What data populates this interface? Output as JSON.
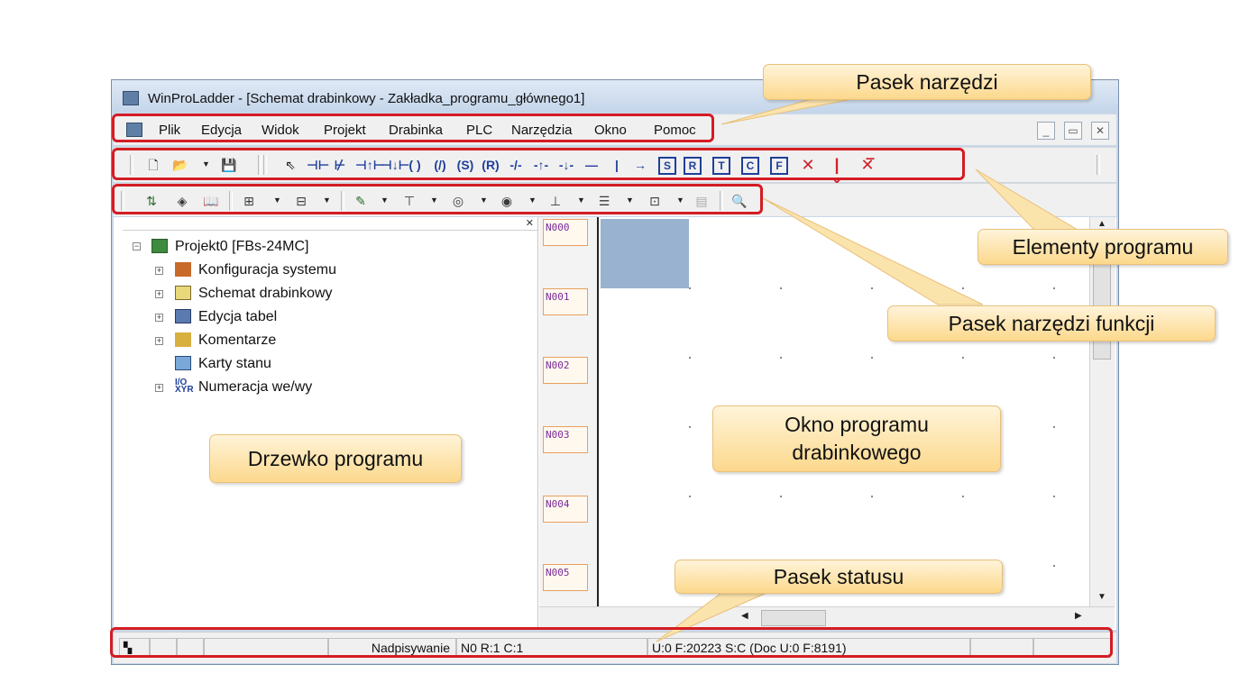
{
  "window": {
    "title": "WinProLadder - [Schemat drabinkowy - Zakładka_programu_głównego1]"
  },
  "menu": {
    "items": [
      "Plik",
      "Edycja",
      "Widok",
      "Projekt",
      "Drabinka",
      "PLC",
      "Narzędzia",
      "Okno",
      "Pomoc"
    ]
  },
  "toolbar": {
    "file_icons": [
      "new-file-icon",
      "open-folder-icon",
      "save-icon"
    ],
    "element_box_labels": [
      "S",
      "R",
      "T",
      "C",
      "F"
    ]
  },
  "tree": {
    "root": "Projekt0 [FBs-24MC]",
    "items": [
      "Konfiguracja systemu",
      "Schemat drabinkowy",
      "Edycja tabel",
      "Komentarze",
      "Karty stanu",
      "Numeracja we/wy"
    ]
  },
  "ladder": {
    "rungs": [
      "N000",
      "N001",
      "N002",
      "N003",
      "N004",
      "N005"
    ]
  },
  "status": {
    "mode": "Nadpisywanie",
    "position": "N0 R:1 C:1",
    "memory": "U:0 F:20223 S:C (Doc U:0 F:8191)"
  },
  "annotations": {
    "toolbar": "Pasek narzędzi",
    "program_elements": "Elementy programu",
    "function_toolbar": "Pasek narzędzi funkcji",
    "program_tree": "Drzewko programu",
    "ladder_window_line1": "Okno programu",
    "ladder_window_line2": "drabinkowego",
    "status_bar": "Pasek statusu"
  },
  "colors": {
    "highlight": "#d41c24",
    "callout": "#fcd88c",
    "cursor_cell": "#98b2cf",
    "toolbar_blue": "#1f3f9a",
    "delete_red": "#d0202a"
  }
}
